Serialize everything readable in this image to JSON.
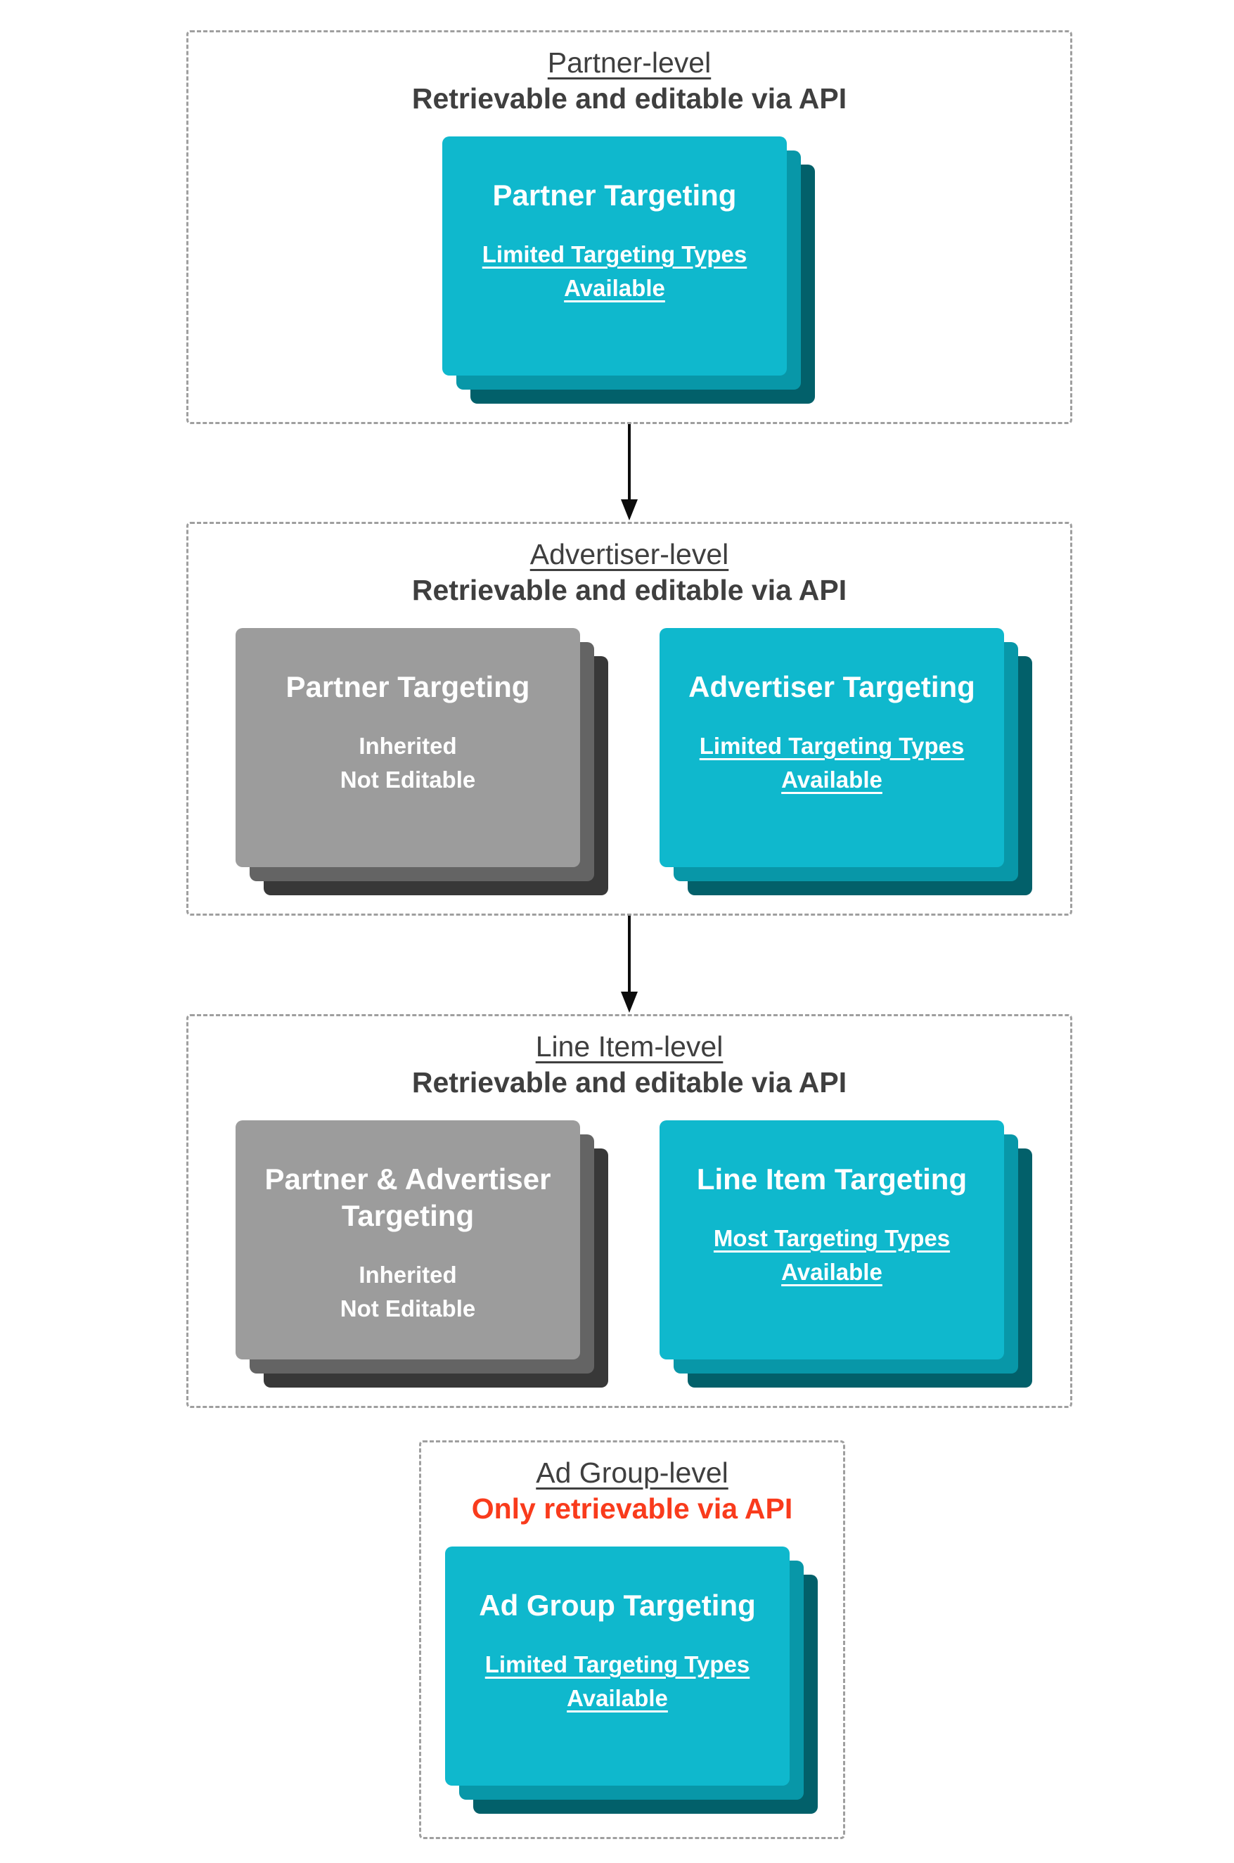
{
  "colors": {
    "background": "#ffffff",
    "teal_front": "#0fb8cd",
    "teal_mid": "#0897a8",
    "teal_back": "#02606a",
    "gray_front": "#9c9c9c",
    "gray_mid": "#646464",
    "gray_back": "#383838",
    "heading_text": "#3f3f3f",
    "alert_text": "#f93b1c",
    "card_text": "#ffffff",
    "dashed_border": "#9f9f9f",
    "arrow": "#0d0d0d"
  },
  "sections": [
    {
      "level": "Partner-level",
      "api_note": "Retrievable and editable via API",
      "cards": [
        {
          "style": "teal",
          "title": "Partner Targeting",
          "body": "Limited Targeting Types\nAvailable"
        }
      ]
    },
    {
      "level": "Advertiser-level",
      "api_note": "Retrievable and editable via API",
      "cards": [
        {
          "style": "gray",
          "title": "Partner Targeting",
          "body": "Inherited\nNot Editable"
        },
        {
          "style": "teal",
          "title": "Advertiser Targeting",
          "body": "Limited Targeting Types\nAvailable"
        }
      ]
    },
    {
      "level": "Line Item-level",
      "api_note": "Retrievable and editable via API",
      "cards": [
        {
          "style": "gray",
          "title": "Partner & Advertiser\nTargeting",
          "body": "Inherited\nNot Editable"
        },
        {
          "style": "teal",
          "title": "Line Item Targeting",
          "body": "Most Targeting Types\nAvailable"
        }
      ]
    },
    {
      "level": "Ad Group-level",
      "api_note": "Only retrievable via API",
      "cards": [
        {
          "style": "teal",
          "title": "Ad Group Targeting",
          "body": "Limited Targeting Types\nAvailable"
        }
      ]
    }
  ]
}
